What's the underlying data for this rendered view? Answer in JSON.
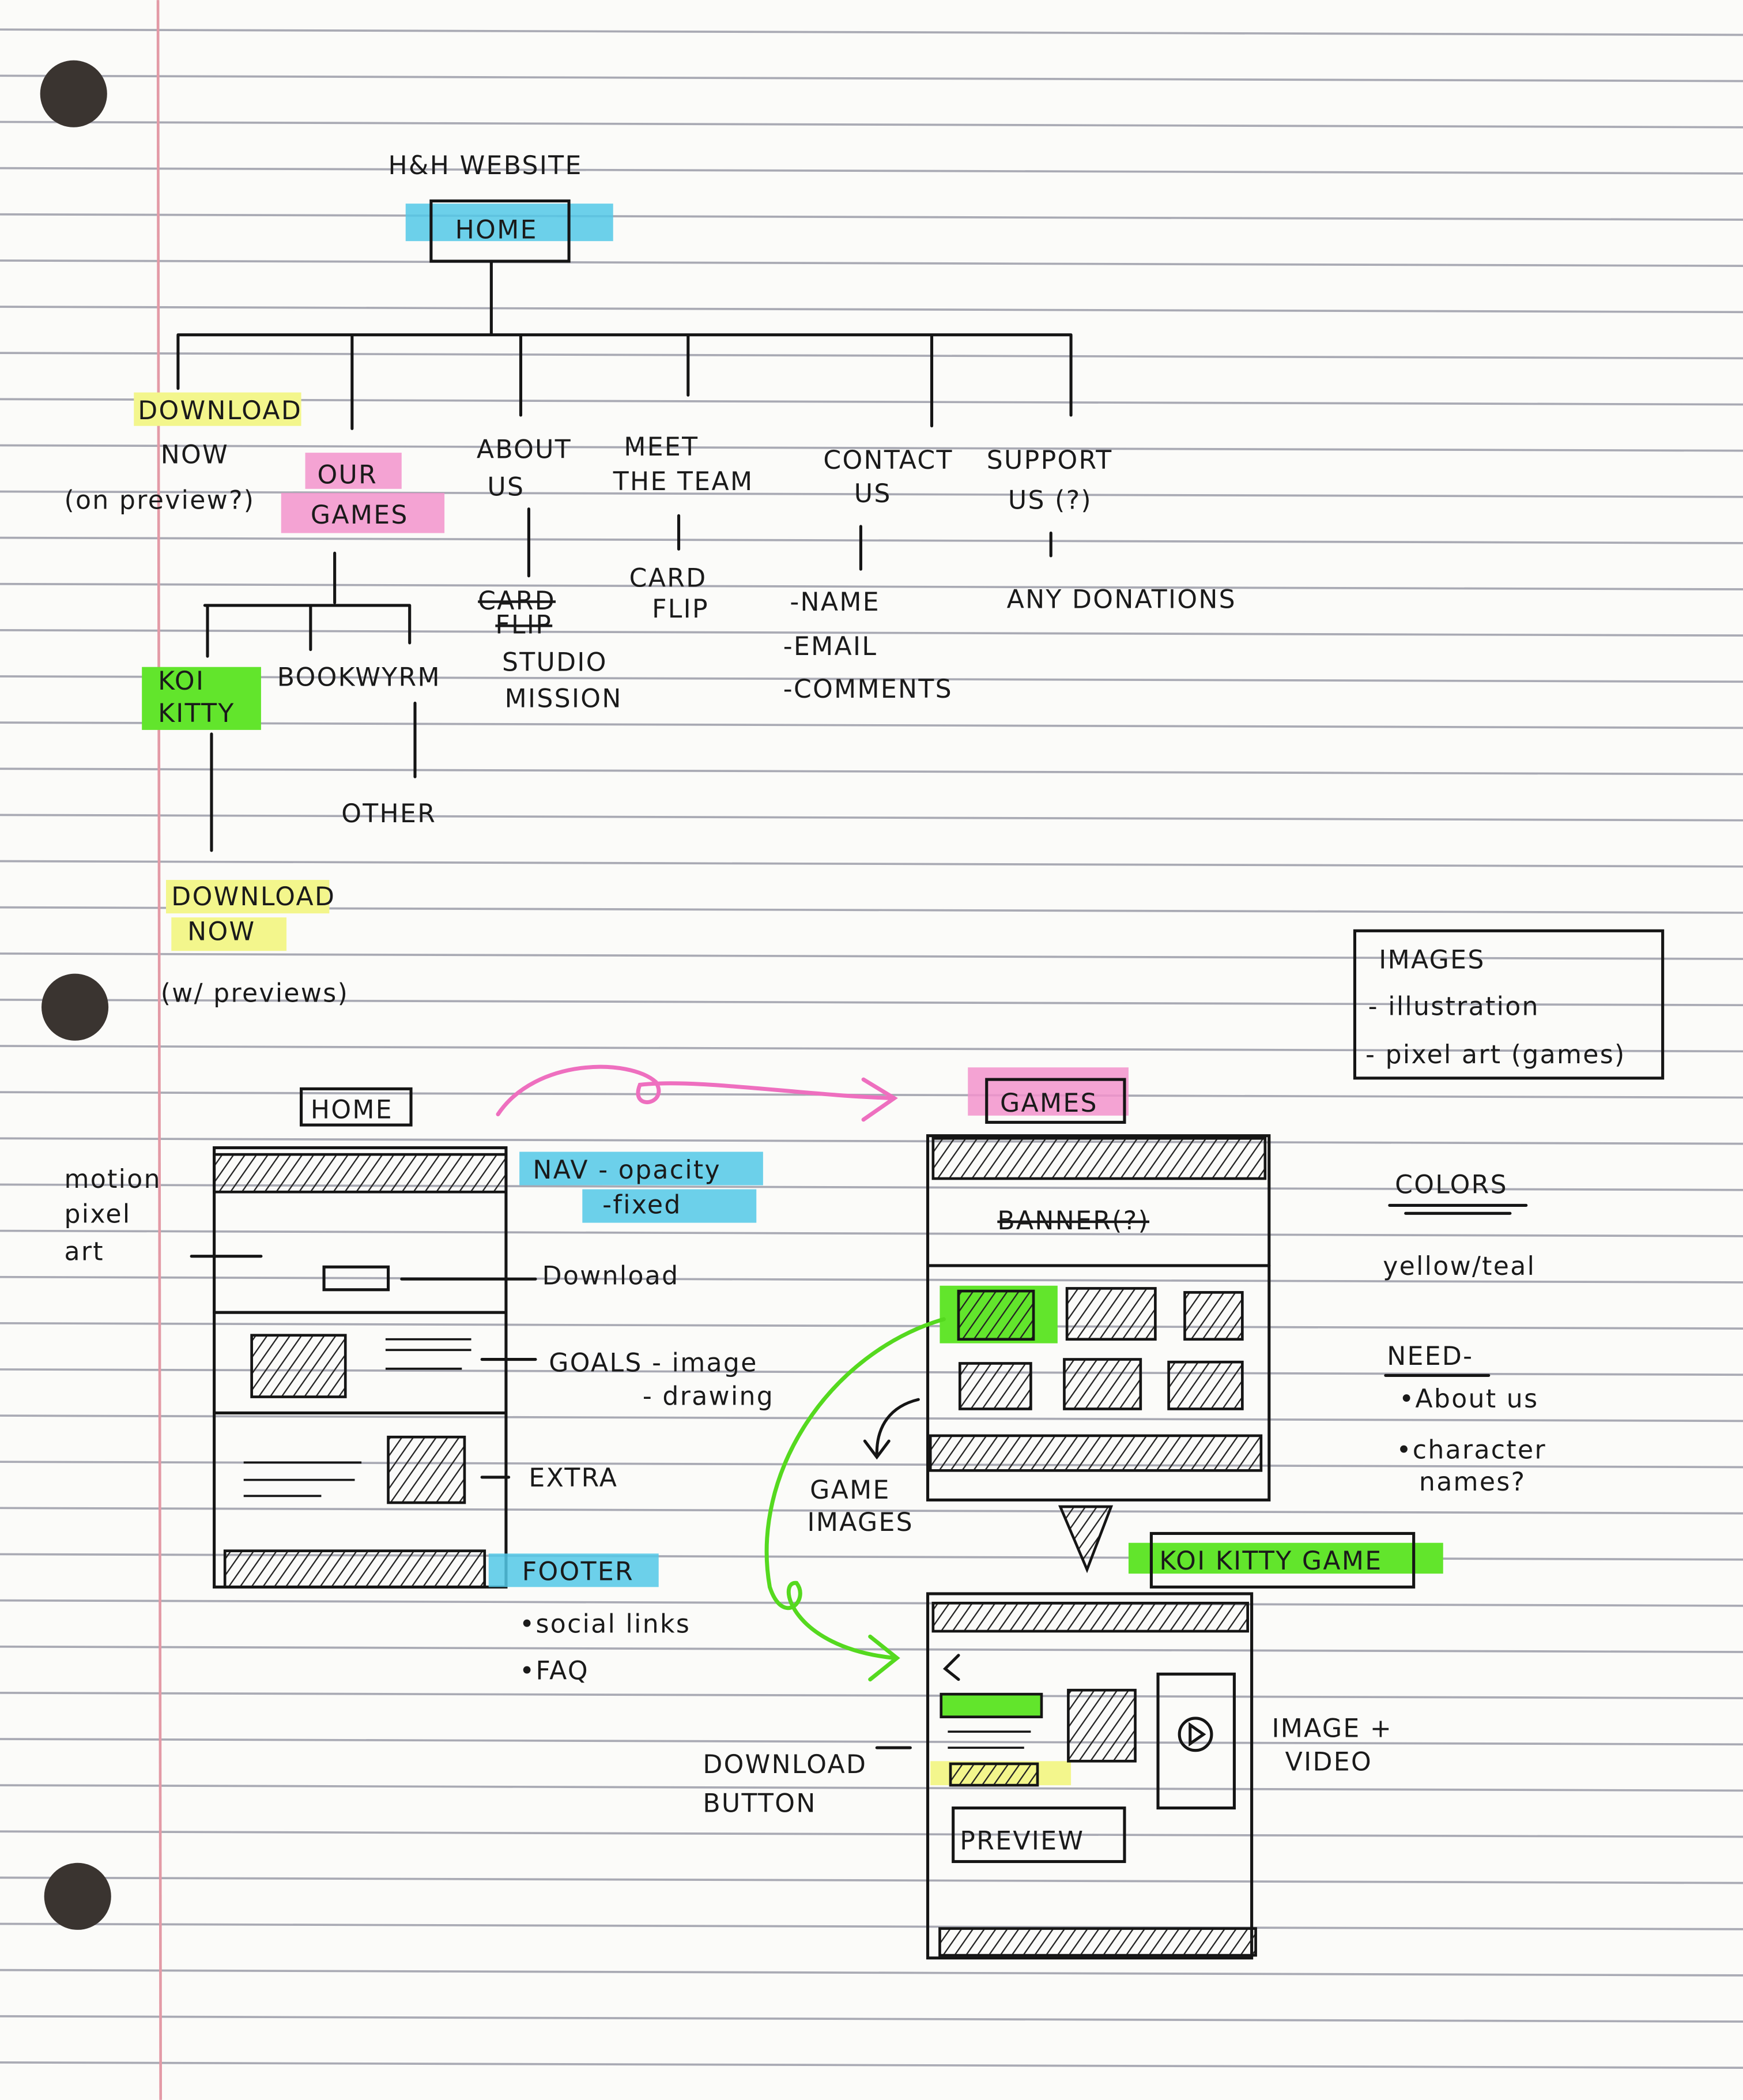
{
  "colors": {
    "teal": "#52c8e8",
    "pink": "#f293cd",
    "yellow": "#f3f68c",
    "green": "#62e52c",
    "margin": "#e39aa6",
    "rule": "#a9aab4"
  },
  "sitemap": {
    "title": "H&H WEBSITE",
    "root": "HOME",
    "download": {
      "line1": "DOWNLOAD",
      "line2": "NOW",
      "note": "(on preview?)"
    },
    "games": {
      "line1": "OUR",
      "line2": "GAMES",
      "children": [
        {
          "line1": "KOI",
          "line2": "KITTY"
        },
        {
          "line1": "BOOKWYRM"
        },
        {
          "line1": "OTHER"
        }
      ],
      "koi_child": {
        "line1": "DOWNLOAD",
        "line2": "NOW",
        "note": "(w/ previews)"
      }
    },
    "about": {
      "line1": "ABOUT",
      "line2": "US",
      "struck1": "CARD",
      "struck2": "FLIP",
      "child1": "STUDIO",
      "child2": "MISSION"
    },
    "team": {
      "line1": "MEET",
      "line2": "THE TEAM",
      "child1": "CARD",
      "child2": "FLIP"
    },
    "contact": {
      "line1": "CONTACT",
      "line2": "US",
      "fields": [
        "-NAME",
        "-EMAIL",
        "-COMMENTS"
      ]
    },
    "support": {
      "line1": "SUPPORT",
      "line2": "US (?)",
      "child": "ANY DONATIONS"
    }
  },
  "images_box": {
    "title": "IMAGES",
    "items": [
      "- illustration",
      "- pixel art (games)"
    ]
  },
  "home_wireframe": {
    "label": "HOME",
    "motion": [
      "motion",
      "pixel",
      "art"
    ],
    "nav_notes": [
      "NAV - opacity",
      "-fixed"
    ],
    "download": "Download",
    "goals": [
      "GOALS - image",
      "- drawing"
    ],
    "extra": "EXTRA",
    "footer": "FOOTER",
    "footer_items": [
      "•social links",
      "•FAQ"
    ]
  },
  "games_wireframe": {
    "label": "GAMES",
    "banner": "BANNER(?)",
    "images_note": [
      "GAME",
      "IMAGES"
    ]
  },
  "game_wireframe": {
    "label": "KOI KITTY GAME",
    "download_note": [
      "DOWNLOAD",
      "BUTTON"
    ],
    "preview": "PREVIEW",
    "media_note": [
      "IMAGE +",
      "VIDEO"
    ]
  },
  "notes": {
    "colors_title": "COLORS",
    "colors_value": "yellow/teal",
    "need_title": "NEED-",
    "need_items": [
      "•About us",
      "•character",
      "names?"
    ]
  }
}
